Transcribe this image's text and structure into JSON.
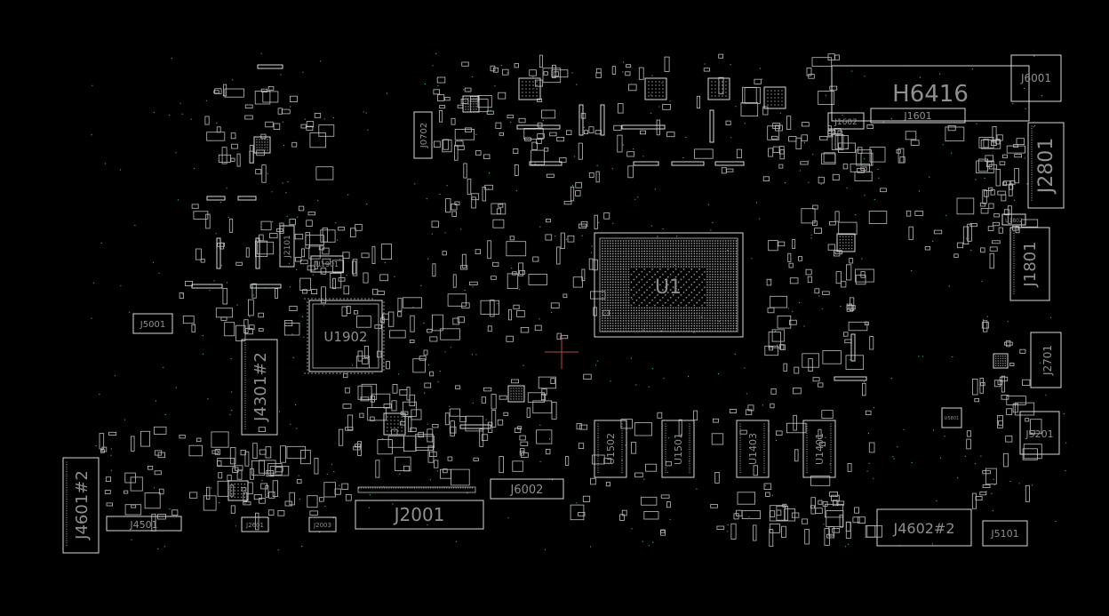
{
  "board": {
    "background": "#000000",
    "outline_color": "#d8d8d8",
    "label_color": "#8f8f8f",
    "via_color": "#4fb3b3",
    "cursor_color": "#b04848"
  },
  "components": [
    {
      "id": "h6416",
      "label": "H6416"
    },
    {
      "id": "j6001",
      "label": "J6001"
    },
    {
      "id": "j1602",
      "label": "J1602"
    },
    {
      "id": "j1601",
      "label": "J1601"
    },
    {
      "id": "j2801",
      "label": "J2801"
    },
    {
      "id": "u1802",
      "label": "U1802"
    },
    {
      "id": "j1801",
      "label": "J1801"
    },
    {
      "id": "j2701",
      "label": "J2701"
    },
    {
      "id": "u5801",
      "label": "U5801"
    },
    {
      "id": "j5201",
      "label": "J5201"
    },
    {
      "id": "j5101",
      "label": "J5101"
    },
    {
      "id": "j4602-2",
      "label": "J4602#2"
    },
    {
      "id": "u1",
      "label": "U1"
    },
    {
      "id": "u1502",
      "label": "U1502"
    },
    {
      "id": "u1501",
      "label": "U1501"
    },
    {
      "id": "u1403",
      "label": "U1403"
    },
    {
      "id": "u1401",
      "label": "U1401"
    },
    {
      "id": "j6002",
      "label": "J6002"
    },
    {
      "id": "j2001",
      "label": "J2001"
    },
    {
      "id": "j2003",
      "label": "J2003"
    },
    {
      "id": "j2601",
      "label": "J2601"
    },
    {
      "id": "j4501",
      "label": "J4501"
    },
    {
      "id": "j4601-2",
      "label": "J4601#2"
    },
    {
      "id": "j4301-2",
      "label": "J4301#2"
    },
    {
      "id": "u1902",
      "label": "U1902"
    },
    {
      "id": "u1901",
      "label": "U1901"
    },
    {
      "id": "j2101",
      "label": "J2101"
    },
    {
      "id": "j5001",
      "label": "J5001"
    },
    {
      "id": "j0702",
      "label": "J0702"
    }
  ]
}
